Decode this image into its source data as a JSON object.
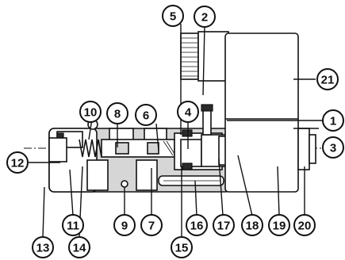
{
  "colors": {
    "body_fill": "#d6d6d6",
    "outline": "#111111",
    "dark": "#2a2a2a",
    "background": "#ffffff"
  },
  "callouts": [
    {
      "id": "c1",
      "label": "1"
    },
    {
      "id": "c2",
      "label": "2"
    },
    {
      "id": "c3",
      "label": "3"
    },
    {
      "id": "c4",
      "label": "4"
    },
    {
      "id": "c5",
      "label": "5"
    },
    {
      "id": "c6",
      "label": "6"
    },
    {
      "id": "c7",
      "label": "7"
    },
    {
      "id": "c8",
      "label": "8"
    },
    {
      "id": "c9",
      "label": "9"
    },
    {
      "id": "c10",
      "label": "10"
    },
    {
      "id": "c11",
      "label": "11"
    },
    {
      "id": "c12",
      "label": "12"
    },
    {
      "id": "c13",
      "label": "13"
    },
    {
      "id": "c14",
      "label": "14"
    },
    {
      "id": "c15",
      "label": "15"
    },
    {
      "id": "c16",
      "label": "16"
    },
    {
      "id": "c17",
      "label": "17"
    },
    {
      "id": "c18",
      "label": "18"
    },
    {
      "id": "c19",
      "label": "19"
    },
    {
      "id": "c20",
      "label": "20"
    },
    {
      "id": "c21",
      "label": "21"
    }
  ]
}
